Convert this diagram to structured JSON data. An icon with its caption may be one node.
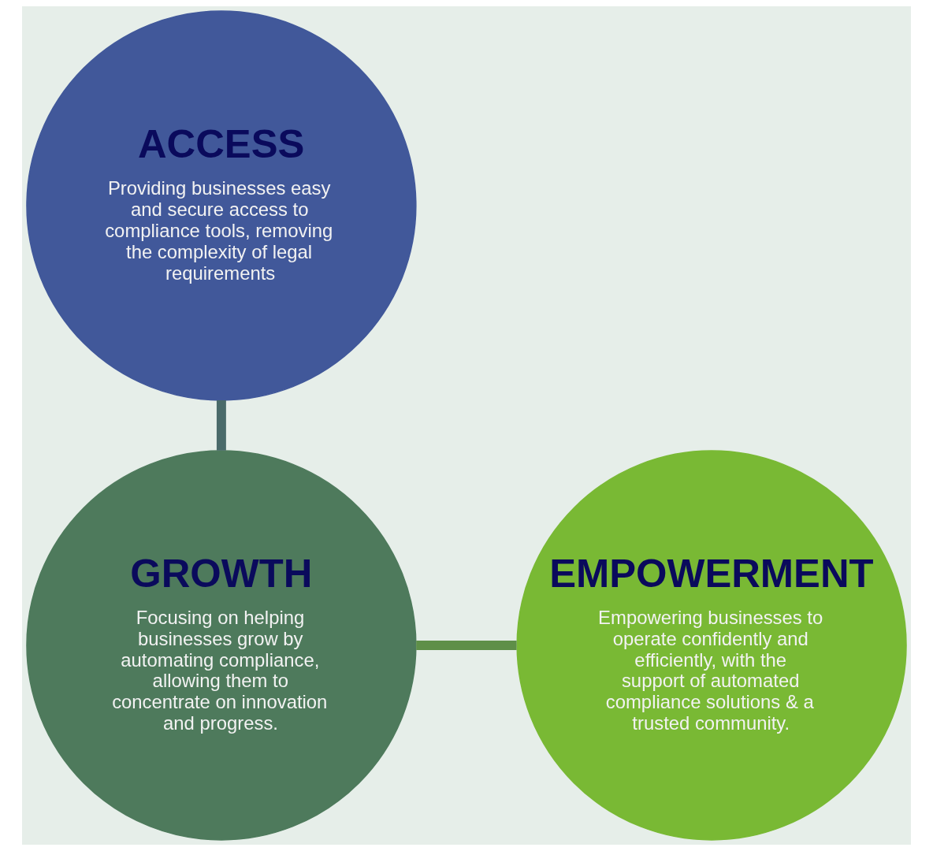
{
  "diagram": {
    "nodes": [
      {
        "text": [
          "ACCESS",
          "Providing businesses easy and secure access to compliance tools, removing the complexity of legal requirements"
        ]
      },
      {
        "text": [
          "GROWTH",
          "Focusing on helping businesses grow by automating compliance, allowing them to concentrate on innovation and progress."
        ]
      },
      {
        "text": [
          "EMPOWERMENT",
          "Empowering businesses to operate confidently and efficiently, with the support of automated compliance solutions & a trusted community."
        ]
      }
    ],
    "edges": [
      {
        "from": 0,
        "to": 1,
        "arrow": "none"
      },
      {
        "from": 1,
        "to": 2,
        "arrow": "none"
      }
    ]
  }
}
